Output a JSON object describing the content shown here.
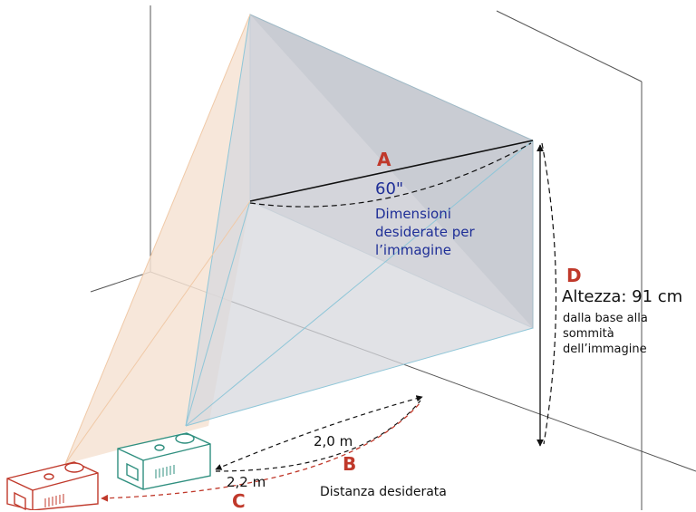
{
  "labels": {
    "A": "A",
    "B": "B",
    "C": "C",
    "D": "D"
  },
  "diagonal": {
    "size": "60\"",
    "description": [
      "Dimensioni",
      "desiderate per",
      "l’immagine"
    ]
  },
  "height": {
    "title": "Altezza: 91 cm",
    "note": [
      "dalla base alla",
      "sommità",
      "dell’immagine"
    ]
  },
  "distances": {
    "near": "2,0 m",
    "far": "2,2 m",
    "caption": "Distanza desiderata"
  },
  "colors": {
    "red": "#c0392b",
    "blue": "#1f2f97",
    "screen_fill": "#c9ccd3",
    "beam_light": "#f6e3d3",
    "teal": "#2f8f7f"
  }
}
